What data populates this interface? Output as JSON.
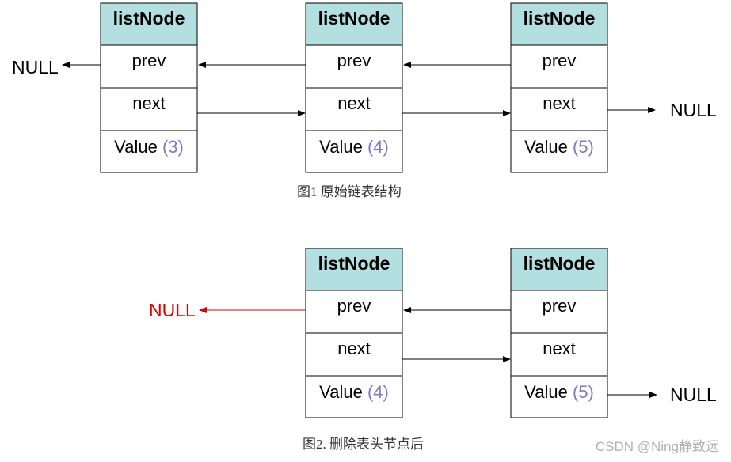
{
  "colors": {
    "header_fill": "#b4dfe0",
    "border": "#000000",
    "value_number": "#7b7bc8",
    "removed_link": "#e00000"
  },
  "labels": {
    "header": "listNode",
    "prev": "prev",
    "next": "next",
    "value_prefix": "Value",
    "null": "NULL"
  },
  "figure1": {
    "caption": "图1  原始链表结构",
    "nodes": [
      {
        "value": "(3)"
      },
      {
        "value": "(4)"
      },
      {
        "value": "(5)"
      }
    ]
  },
  "figure2": {
    "caption": "图2. 删除表头节点后",
    "nodes": [
      {
        "value": "(4)"
      },
      {
        "value": "(5)"
      }
    ]
  },
  "watermark": "CSDN @Ning静致远"
}
